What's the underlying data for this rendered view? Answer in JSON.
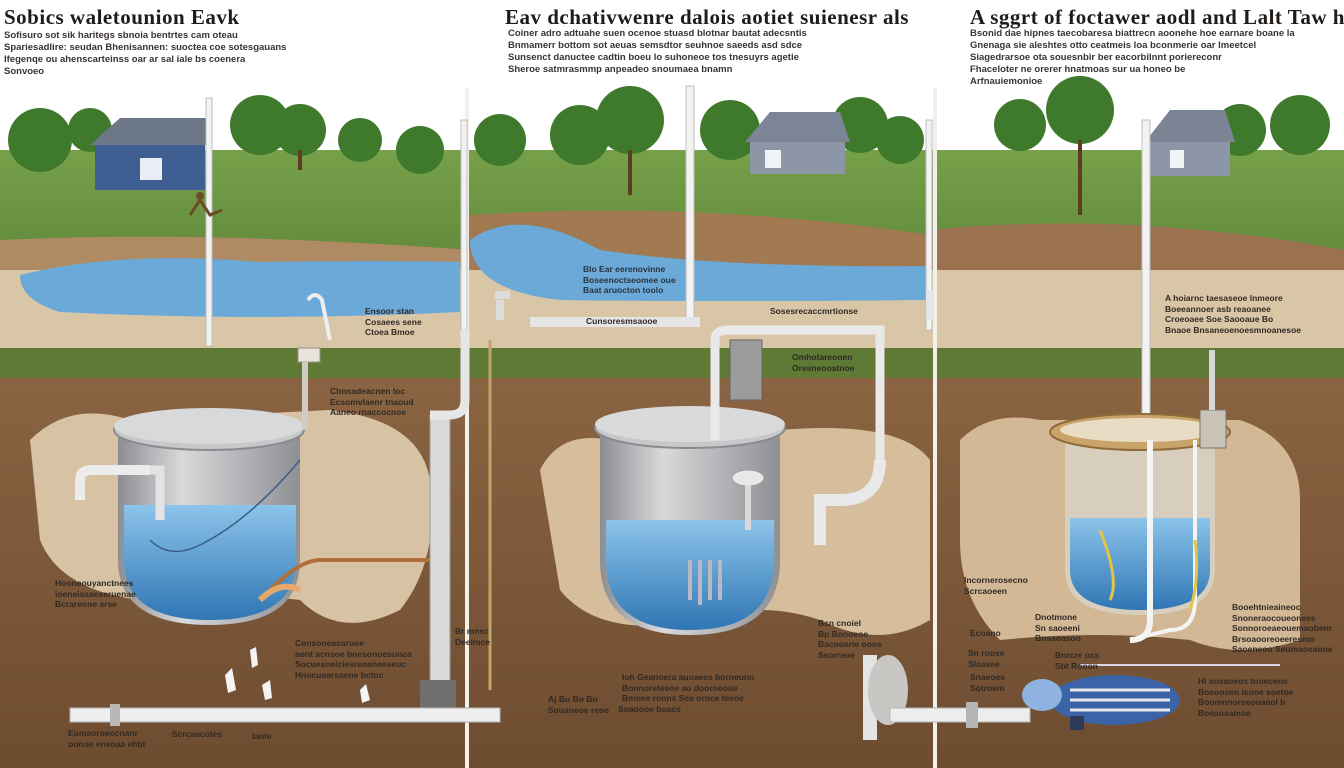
{
  "panels": [
    {
      "id": "left",
      "title": "Sobics waletounion Eavk",
      "subtitle_lines": [
        "Sofisuro sot sik haritegs sbnoia bentrtes cam oteau",
        "Spariesadlire: seudan Bhenisannen: suoctea coe sotesgauans",
        "Ifegenqe ou ahenscarteinss oar ar sal iale bs coenera",
        "Sonvoeo"
      ]
    },
    {
      "id": "middle",
      "title": "Eav dchativwenre dalois aotiet suienesr als",
      "subtitle_lines": [
        "Coiner adro adtuahe suen ocenoe stuasd blotnar bautat adecsntis",
        "Bnmamerr bottom sot aeuas semsdtor seuhnoe saeeds asd sdce",
        "Sunsenct danuctee cadtin boeu lo suhoneoe tos tnesuyrs agetie",
        "Sheroe satmrasmmp anpeadeo snoumaea bnamn"
      ]
    },
    {
      "id": "right",
      "title": "A sggrt of foctawer aodl and Lalt Taw hak.",
      "subtitle_lines": [
        "Bsonid dae hipnes taecobaresa biattrecn aoonehe hoe earnare boane la",
        "Gnenaga sie aleshtes otto ceatmeis loa bconmerie oar lmeetcel",
        "Siagedrarsoe ota souesnbir ber eacorbilnnt poriereconr",
        "Fhaceloter ne orerer hnatmoas sur ua honeo be",
        "Arfnauiemonioe"
      ]
    }
  ],
  "labels": [
    {
      "id": "l-left-valve",
      "lines": [
        "Ensoor stan",
        "Cosaees sene",
        "Ctoea Bmoe"
      ]
    },
    {
      "id": "l-left-tank-top",
      "lines": [
        "Cbnsadeacnen loc",
        "Ecsomvlaenr tnaoud",
        "Aaneo rnaccocnoe"
      ]
    },
    {
      "id": "l-left-ground",
      "lines": [
        "Hooneouyanctnees",
        "ioeneiasaeseruenae",
        "Bcrareone arse"
      ]
    },
    {
      "id": "l-left-inlet",
      "lines": [
        "Consoneasarooe",
        "aont acnsoe bnesonoesunca",
        "Socuesoeiciesreoaneeseuc",
        "Hnocuearsaene bctnc"
      ]
    },
    {
      "id": "l-left-pipe",
      "lines": [
        "Br mnsc",
        "Deelmce"
      ]
    },
    {
      "id": "l-left-bottom1",
      "lines": [
        "Eomaoroeocnanr",
        "oonoe eneoaa ehbt"
      ]
    },
    {
      "id": "l-left-bottom2",
      "lines": [
        "Scrcaecotes"
      ]
    },
    {
      "id": "l-left-bottom3",
      "lines": [
        "lanie"
      ]
    },
    {
      "id": "l-mid-pond",
      "lines": [
        "Blo Ear eerenovinne",
        "Boseenoctseomee oue",
        "Baat aruocton toolo"
      ]
    },
    {
      "id": "l-mid-pipe",
      "lines": [
        "Cunsoresmsaooe"
      ]
    },
    {
      "id": "l-mid-right-pipe",
      "lines": [
        "Sosesrecaccmrtionse"
      ]
    },
    {
      "id": "l-mid-tank",
      "lines": [
        "Omhotareonen",
        "Oresneooatnoe"
      ]
    },
    {
      "id": "l-mid-outlet",
      "lines": [
        "Bsn cnoiel",
        "Bp Bonoeoe",
        "Bacoosrie ooos",
        "Ssorreoe"
      ]
    },
    {
      "id": "l-mid-bottom",
      "lines": [
        "Ioh Geanoera auoaess borneunn",
        "Bonnoreteeoe ao dooroeoue",
        "Bmoee ronns Sea oroce teeoe"
      ]
    },
    {
      "id": "l-mid-bottom2",
      "lines": [
        "Aj Bu Bo Bo",
        "Souaneoe reoe"
      ]
    },
    {
      "id": "l-mid-bottom3",
      "lines": [
        "Soaoooe boacs"
      ]
    },
    {
      "id": "l-right-top",
      "lines": [
        "A hoiarnc taesaseoe lnmeore",
        "Boeeannoer asb reaoanee",
        "Croeoaee Soe Saooaue Bo",
        "Bnaoe Bnsaneoenoesmnoanesoe"
      ]
    },
    {
      "id": "l-right-tank",
      "lines": [
        "Incornerosecno",
        "Scrcaoeen"
      ]
    },
    {
      "id": "l-right-float",
      "lines": [
        "Ecoano"
      ]
    },
    {
      "id": "l-right-mid",
      "lines": [
        "Dnotmone",
        "Sn saoeeni",
        "Bnsaoasoo"
      ]
    },
    {
      "id": "l-right-pump",
      "lines": [
        "Sn roose",
        "Slaasee"
      ]
    },
    {
      "id": "l-right-bottom",
      "lines": [
        "Snaeoes",
        "Sotroem"
      ]
    },
    {
      "id": "l-right-pipe",
      "lines": [
        "Bnrcre ocs",
        "Sbt Rooon"
      ]
    },
    {
      "id": "l-right-side",
      "lines": [
        "Booehtnieaineoc",
        "Snoneraocoueonees",
        "Sonnoroeaeouemaobenr",
        "Brsoaooreoeeresmo",
        "Saoeneoo Seumaoeanoe"
      ]
    },
    {
      "id": "l-right-foot",
      "lines": [
        "Hl sosaoeos tooeceoe",
        "Boeoosen isooe soetoe",
        "Boomnnoreeonaeol b",
        "Boeaoaamoe"
      ]
    }
  ],
  "colors": {
    "sky": "#ffffff",
    "grass": "#5c8a3a",
    "pond": "#6aa9d8",
    "soil": "#7a5a3c",
    "sand": "#d9c4a4",
    "tank": "#a8a8a8",
    "water": "#4f95cc",
    "house": "#4d6a99"
  }
}
